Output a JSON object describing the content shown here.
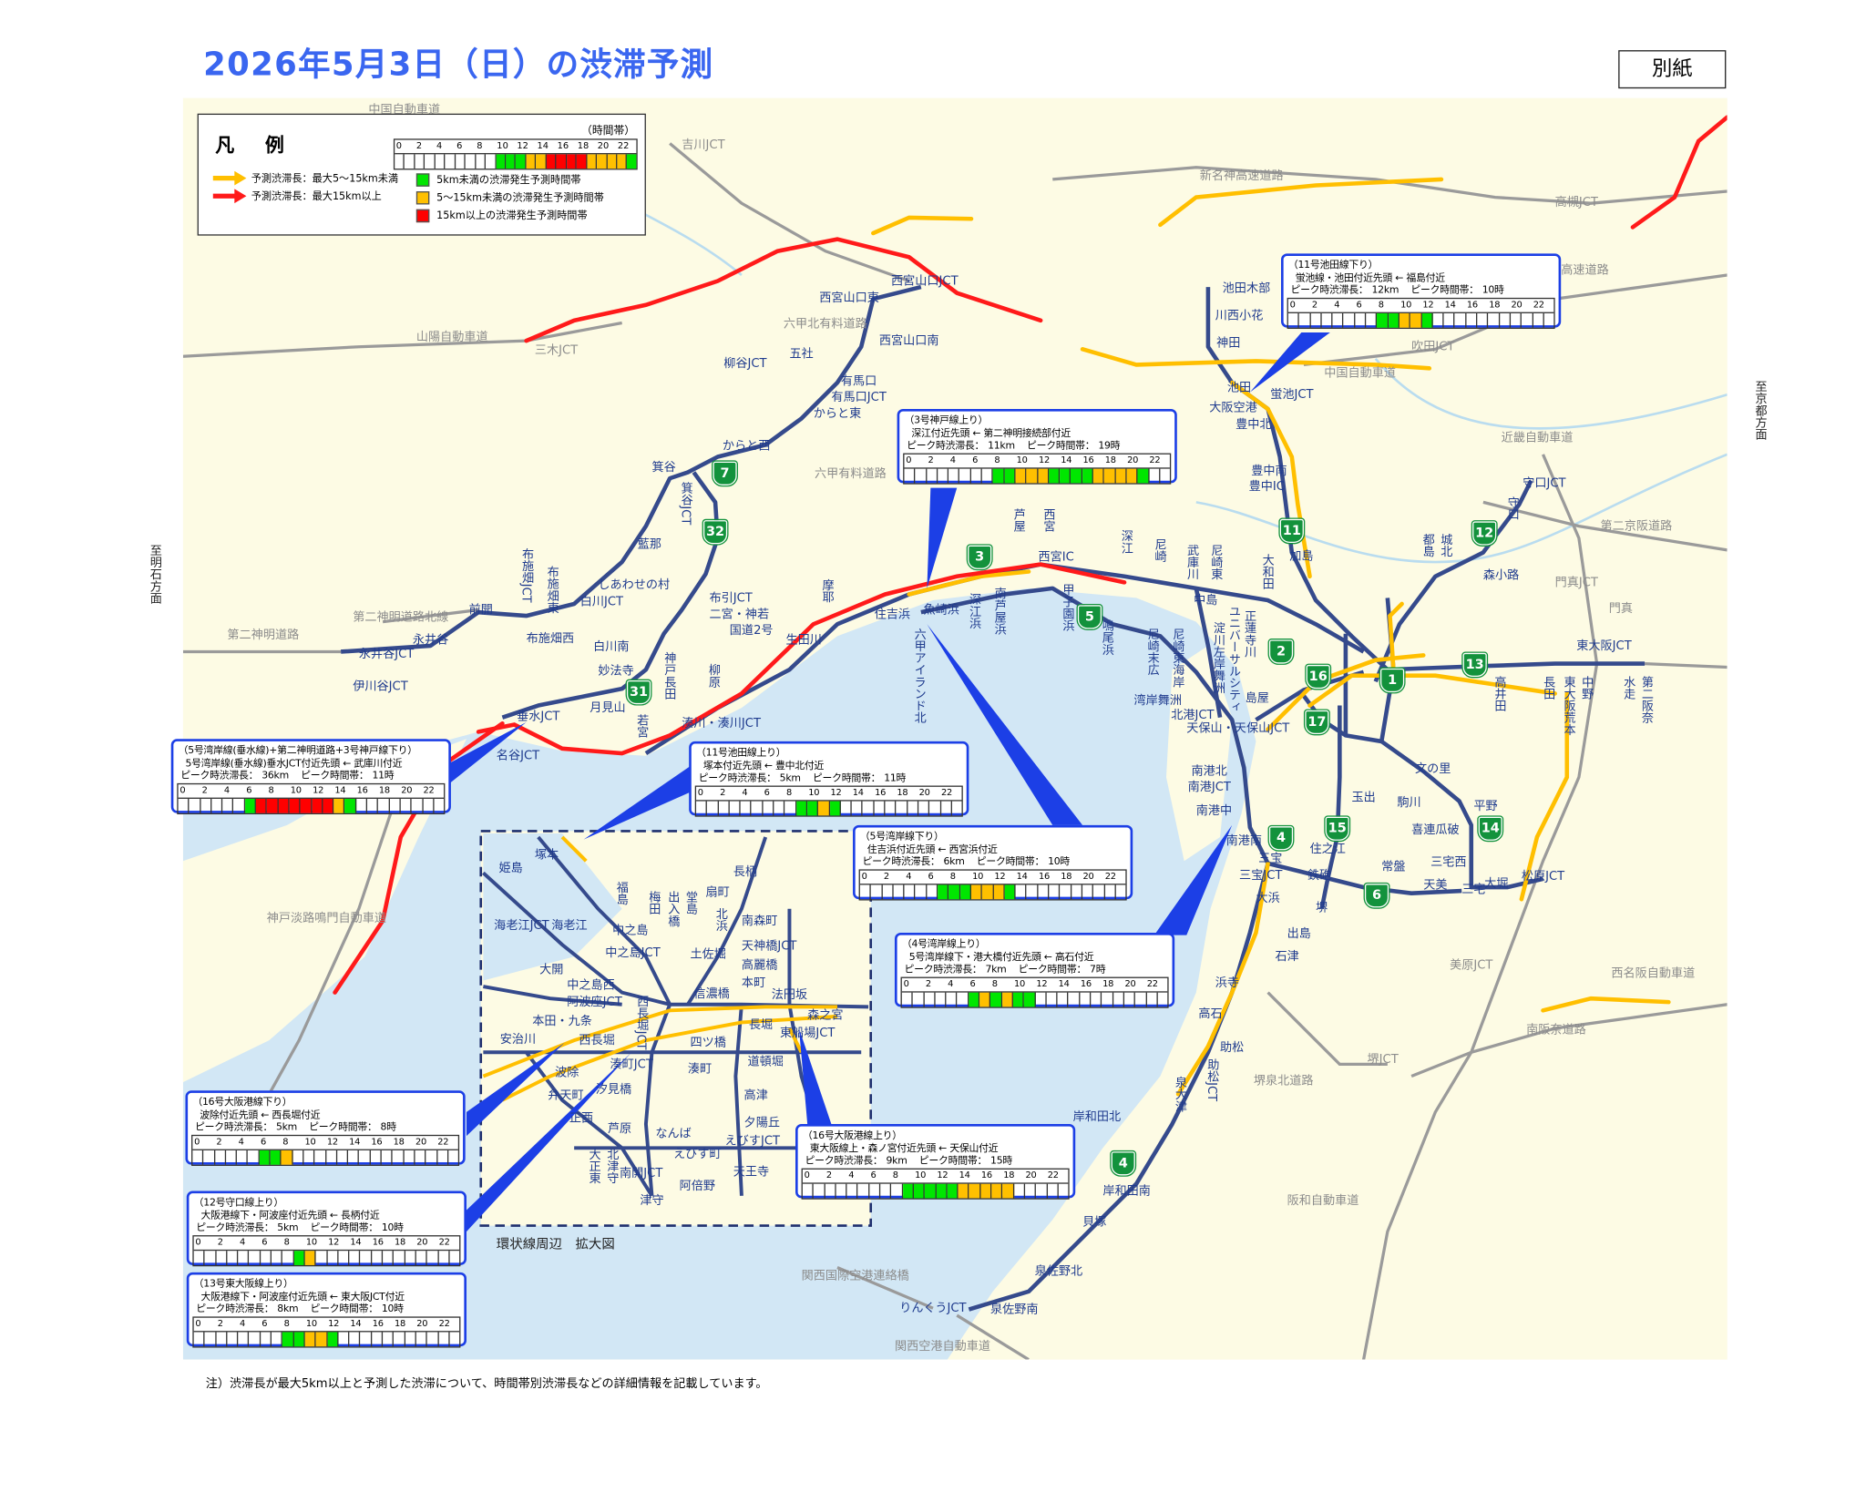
{
  "title": "2026年5月3日（日）の渋滞予測",
  "attachment_label": "別紙",
  "colors": {
    "green": "#00e600",
    "orange": "#ffc000",
    "red": "#ff0000",
    "route": "#354a8c",
    "sea": "#d2e7f5",
    "land": "#fdfbe4",
    "yellow_arrow": "#ffbf00",
    "red_arrow": "#ff1a1a",
    "box_border": "#1c3fe6",
    "shield": "#13923c"
  },
  "legend": {
    "title": "凡 例",
    "time_band_label": "（時間帯）",
    "hour_ticks": [
      "0",
      "2",
      "4",
      "6",
      "8",
      "10",
      "12",
      "14",
      "16",
      "18",
      "20",
      "22"
    ],
    "sample_hours": [
      "",
      "",
      "",
      "",
      "",
      "",
      "",
      "",
      "",
      "",
      "g",
      "g",
      "g",
      "o",
      "o",
      "r",
      "r",
      "r",
      "r",
      "o",
      "o",
      "o",
      "o",
      "g"
    ],
    "arrow_items": [
      {
        "icon": "yellow-arrow-icon",
        "label": "予測渋滞長：最大5～15km未満"
      },
      {
        "icon": "red-arrow-icon",
        "label": "予測渋滞長：最大15km以上"
      }
    ],
    "color_items": [
      {
        "color": "green",
        "label": "5km未満の渋滞発生予測時間帯"
      },
      {
        "color": "orange",
        "label": "5～15km未満の渋滞発生予測時間帯"
      },
      {
        "color": "red",
        "label": "15km以上の渋滞発生予測時間帯"
      }
    ]
  },
  "directions": {
    "kyoto": "至京都方面",
    "akashi": "至明石方面"
  },
  "inset_caption": "環状線周辺　拡大図",
  "footnote": "注）渋滞長が最大5km以上と予測した渋滞について、時間帯別渋滞長などの詳細情報を記載しています。",
  "peak_length_label": "ピーク時渋滞長：",
  "peak_hour_label": "ピーク時間帯：",
  "forecasts": [
    {
      "route": "（5号湾岸線(垂水線)+第二神明道路+3号神戸線下り）",
      "section": "5号湾岸線(垂水線)垂水JCT付近先頭 ← 武庫川付近",
      "peak_length": "36km",
      "peak_hour": "11時",
      "hours": [
        "",
        "",
        "",
        "",
        "",
        "",
        "g",
        "r",
        "r",
        "r",
        "r",
        "r",
        "r",
        "r",
        "o",
        "g",
        "",
        "",
        "",
        "",
        "",
        "",
        "",
        ""
      ]
    },
    {
      "route": "（11号池田線下り）",
      "section": "蛍池線・池田付近先頭 ← 福島付近",
      "peak_length": "12km",
      "peak_hour": "10時",
      "hours": [
        "",
        "",
        "",
        "",
        "",
        "",
        "",
        "",
        "g",
        "g",
        "o",
        "o",
        "g",
        "",
        "",
        "",
        "",
        "",
        "",
        "",
        "",
        "",
        "",
        ""
      ]
    },
    {
      "route": "（3号神戸線上り）",
      "section": "深江付近先頭 ← 第二神明接続部付近",
      "peak_length": "11km",
      "peak_hour": "19時",
      "hours": [
        "",
        "",
        "",
        "",
        "",
        "",
        "",
        "",
        "g",
        "g",
        "o",
        "o",
        "o",
        "g",
        "g",
        "g",
        "g",
        "o",
        "o",
        "o",
        "o",
        "g",
        "",
        ""
      ]
    },
    {
      "route": "（11号池田線上り）",
      "section": "塚本付近先頭 ← 豊中北付近",
      "peak_length": "5km",
      "peak_hour": "11時",
      "hours": [
        "",
        "",
        "",
        "",
        "",
        "",
        "",
        "",
        "",
        "g",
        "g",
        "o",
        "g",
        "",
        "",
        "",
        "",
        "",
        "",
        "",
        "",
        "",
        "",
        ""
      ]
    },
    {
      "route": "（5号湾岸線下り）",
      "section": "住吉浜付近先頭 ← 西宮浜付近",
      "peak_length": "6km",
      "peak_hour": "10時",
      "hours": [
        "",
        "",
        "",
        "",
        "",
        "",
        "",
        "g",
        "g",
        "g",
        "o",
        "o",
        "o",
        "g",
        "",
        "",
        "",
        "",
        "",
        "",
        "",
        "",
        "",
        ""
      ]
    },
    {
      "route": "（4号湾岸線上り）",
      "section": "5号湾岸線下・港大橋付近先頭 ← 高石付近",
      "peak_length": "7km",
      "peak_hour": "7時",
      "hours": [
        "",
        "",
        "",
        "",
        "",
        "",
        "g",
        "o",
        "g",
        "o",
        "g",
        "g",
        "",
        "",
        "",
        "",
        "",
        "",
        "",
        "",
        "",
        "",
        "",
        ""
      ]
    },
    {
      "route": "（16号大阪港線下り）",
      "section": "波除付近先頭 ← 西長堀付近",
      "peak_length": "5km",
      "peak_hour": "8時",
      "hours": [
        "",
        "",
        "",
        "",
        "",
        "",
        "g",
        "g",
        "o",
        "",
        "",
        "",
        "",
        "",
        "",
        "",
        "",
        "",
        "",
        "",
        "",
        "",
        "",
        ""
      ]
    },
    {
      "route": "（16号大阪港線上り）",
      "section": "東大阪線上・森ノ宮付近先頭 ← 天保山付近",
      "peak_length": "9km",
      "peak_hour": "15時",
      "hours": [
        "",
        "",
        "",
        "",
        "",
        "",
        "",
        "",
        "",
        "g",
        "g",
        "g",
        "g",
        "g",
        "o",
        "o",
        "o",
        "o",
        "o",
        "",
        "",
        "",
        "",
        ""
      ]
    },
    {
      "route": "（12号守口線上り）",
      "section": "大阪港線下・阿波座付近先頭 ← 長柄付近",
      "peak_length": "5km",
      "peak_hour": "10時",
      "hours": [
        "",
        "",
        "",
        "",
        "",
        "",
        "",
        "",
        "",
        "g",
        "o",
        "",
        "",
        "",
        "",
        "",
        "",
        "",
        "",
        "",
        "",
        "",
        "",
        ""
      ]
    },
    {
      "route": "（13号東大阪線上り）",
      "section": "大阪港線下・阿波座付近先頭 ← 東大阪JCT付近",
      "peak_length": "8km",
      "peak_hour": "10時",
      "hours": [
        "",
        "",
        "",
        "",
        "",
        "",
        "",
        "",
        "g",
        "g",
        "o",
        "o",
        "g",
        "",
        "",
        "",
        "",
        "",
        "",
        "",
        "",
        "",
        "",
        ""
      ]
    }
  ],
  "map": {
    "shields": [
      "7",
      "32",
      "3",
      "31",
      "5",
      "2",
      "16",
      "1",
      "17",
      "13",
      "11",
      "12",
      "4",
      "15",
      "14",
      "6",
      "4"
    ],
    "labels": [
      "中国自動車道",
      "吉川JCT",
      "新名神高速道路",
      "高槻JCT",
      "山陽自動車道",
      "三木JCT",
      "六甲北有料道路",
      "西宮山口東",
      "西宮山口JCT",
      "西宮山口南",
      "柳谷JCT",
      "五社",
      "有馬口",
      "有馬口JCT",
      "からと東",
      "からと西",
      "六甲有料道路",
      "箕谷",
      "藍那",
      "しあわせの村",
      "白川JCT",
      "布引JCT",
      "二宮・神若",
      "国道2号",
      "生田川",
      "摩耶",
      "白川南",
      "妙法寺",
      "月見山",
      "第二神明道路北線",
      "第二神明道路",
      "前開",
      "永井谷",
      "永井谷JCT",
      "伊川谷JCT",
      "垂水JCT",
      "名谷JCT",
      "若宮",
      "湊川・湊川JCT",
      "神戸淡路鳴門自動車道",
      "住吉浜",
      "魚崎浜",
      "芦屋",
      "西宮",
      "西宮IC",
      "尼崎",
      "中島",
      "湾岸舞洲",
      "北港JCT",
      "天保山・天保山JCT",
      "南港北",
      "南港JCT",
      "南港中",
      "南港南",
      "三宝",
      "三宝JCT",
      "大浜",
      "出島",
      "石津",
      "浜寺",
      "高石",
      "助松",
      "岸和田北",
      "岸和田南",
      "貝塚",
      "泉佐野北",
      "泉佐野南",
      "りんくうJCT",
      "関西国際空港連絡橋",
      "関西空港自動車道",
      "阪和自動車道",
      "堺泉北道路",
      "堺JCT",
      "美原JCT",
      "南阪奈道路",
      "西名阪自動車道",
      "松原JCT",
      "大堀",
      "三宅",
      "三宅西",
      "天美",
      "常盤",
      "喜連瓜破",
      "平野",
      "駒川",
      "文の里",
      "玉出",
      "住之江",
      "鉄砲",
      "堺",
      "森小路",
      "門真JCT",
      "守口JCT",
      "守口",
      "第二京阪道路",
      "近畿自動車道",
      "吹田JCT",
      "中国自動車道",
      "池田木部",
      "川西小花",
      "神田",
      "池田",
      "蛍池JCT",
      "大阪空港",
      "豊中北",
      "豊中南",
      "豊中IC",
      "加島",
      "塚本",
      "姫島",
      "海老江JCT",
      "海老江",
      "中之島",
      "中之島JCT",
      "土佐堀",
      "天神橋JCT",
      "南森町",
      "高麗橋",
      "本町",
      "大開",
      "中之島西",
      "阿波座JCT",
      "信濃橋",
      "法円坂",
      "本田・九条",
      "西長堀",
      "四ツ橋",
      "長堀",
      "森之宮",
      "東船場JCT",
      "安治川",
      "波除",
      "弁天町",
      "湊町JCT",
      "湊町",
      "道頓堀",
      "高津",
      "夕陽丘",
      "汐見橋",
      "芦原",
      "正西",
      "なんば",
      "えびす町",
      "えびすJCT",
      "天王寺",
      "阿倍野",
      "津守",
      "長柄",
      "扇町",
      "高井田",
      "長田",
      "東大阪JCT",
      "水走",
      "門真",
      "箕谷JCT",
      "布施畑JCT",
      "布施畑東",
      "布施畑西",
      "深江",
      "武庫川",
      "尼崎東",
      "大和田",
      "都島",
      "城北",
      "泉大津",
      "助松JCT",
      "六甲アイランド北",
      "神戸長田",
      "柳原",
      "福島",
      "梅田",
      "出入橋",
      "堂島",
      "北浜",
      "西長堀JCT",
      "正蓮寺川",
      "淀川左岸舞洲",
      "ユニバーサルシティ",
      "島屋",
      "甲子園浜",
      "鳴尾浜",
      "尼崎末広",
      "尼崎東海岸",
      "南芦屋浜",
      "深江浜",
      "中野",
      "東大阪荒本",
      "第二阪奈",
      "北津守",
      "大正東",
      "南開JCT",
      "高速道路"
    ]
  }
}
